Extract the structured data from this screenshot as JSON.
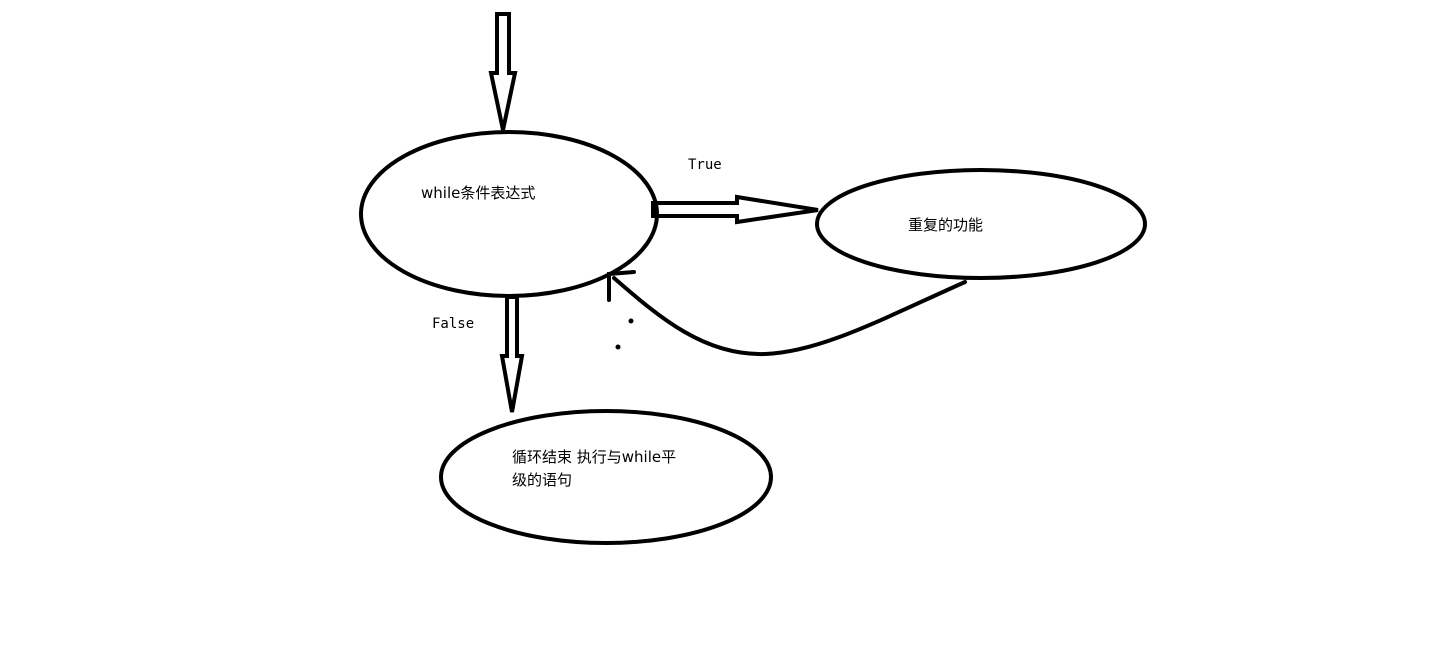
{
  "diagram": {
    "nodes": {
      "condition": {
        "label": "while条件表达式"
      },
      "body": {
        "label": "重复的功能"
      },
      "end": {
        "lines": [
          "循环结束 执行与while平",
          "级的语句"
        ]
      }
    },
    "edges": {
      "true_label": "True",
      "false_label": "False"
    },
    "colors": {
      "stroke": "#000000",
      "background": "#ffffff"
    }
  }
}
